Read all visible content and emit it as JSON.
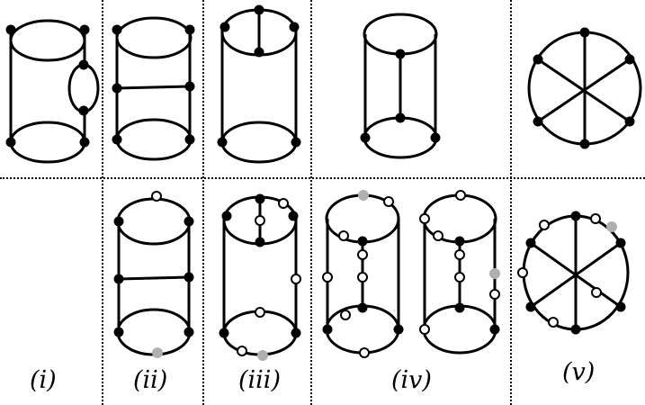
{
  "labels": {
    "i": "(i)",
    "ii": "(ii)",
    "iii": "(iii)",
    "iv": "(iv)",
    "v": "(v)"
  },
  "colors": {
    "stroke": "#000000",
    "black_vertex": "#000000",
    "white_vertex": "#ffffff",
    "gray_vertex": "#b0b0b0",
    "divider": "#000000"
  }
}
